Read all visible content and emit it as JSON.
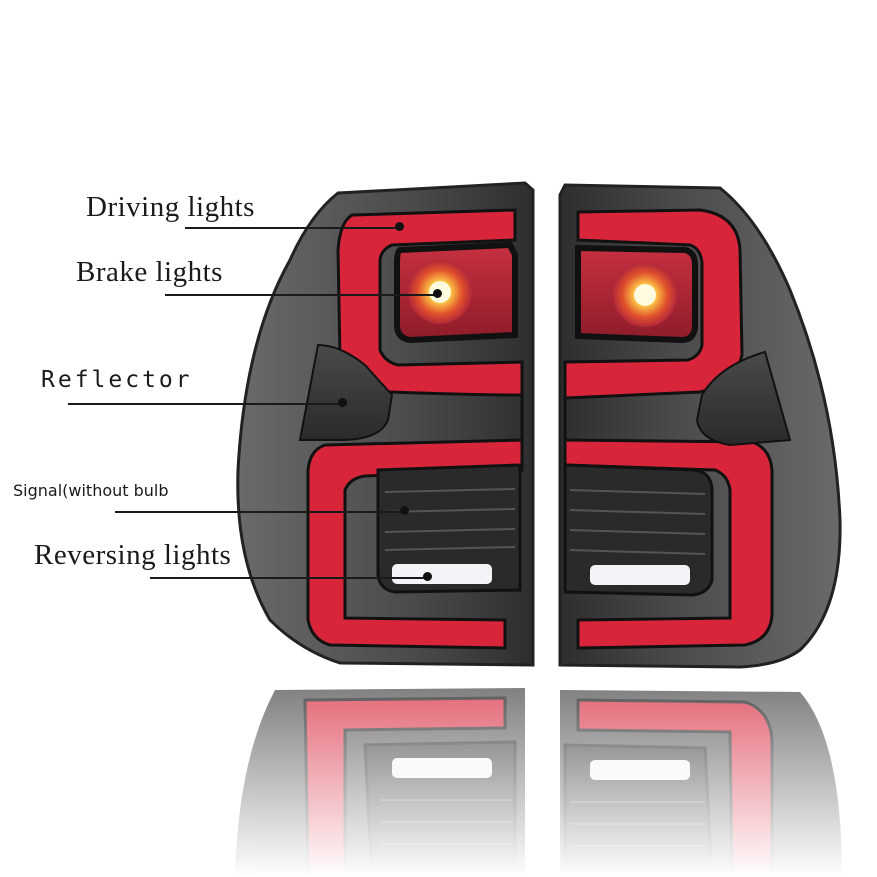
{
  "labels": {
    "driving": "Driving lights",
    "brake": "Brake lights",
    "reflector": "Reflector",
    "signal": "Signal(without bulb",
    "reversing": "Reversing lights"
  },
  "colors": {
    "housing": "#4a4a4a",
    "red_bar": "#d8253a",
    "lens_red": "#b3283a",
    "smoke": "#3a3a3a",
    "reverse_white": "#f2f4f8",
    "bulb_glow": "#ffd24a"
  }
}
